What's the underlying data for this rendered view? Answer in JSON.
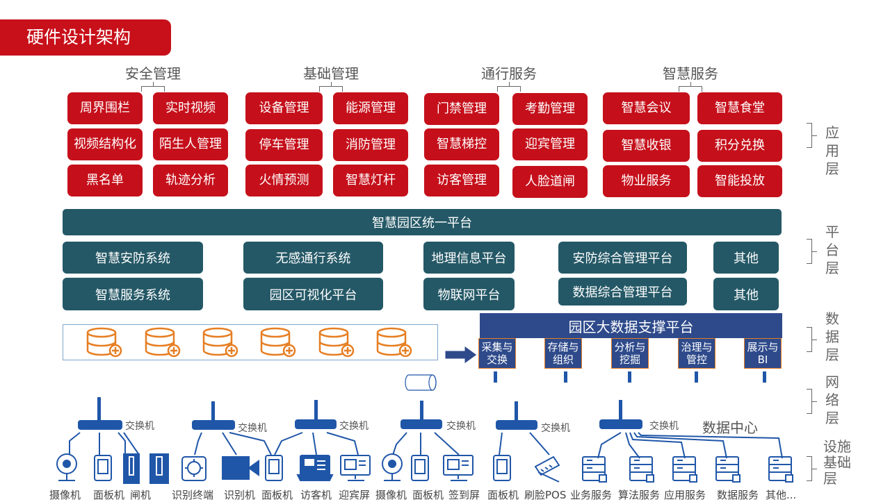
{
  "title": "硬件设计架构",
  "categories": [
    "安全管理",
    "基础管理",
    "通行服务",
    "智慧服务"
  ],
  "app_boxes": [
    [
      "周界围栏",
      "实时视频",
      "视频结构化",
      "陌生人管理",
      "黑名单",
      "轨迹分析"
    ],
    [
      "设备管理",
      "能源管理",
      "停车管理",
      "消防管理",
      "火情预测",
      "智慧灯杆"
    ],
    [
      "门禁管理",
      "考勤管理",
      "智慧梯控",
      "迎宾管理",
      "访客管理",
      "人脸道闸"
    ],
    [
      "智慧会议",
      "智慧食堂",
      "智慧收银",
      "积分兑换",
      "物业服务",
      "智能投放"
    ]
  ],
  "platform": {
    "banner": "智慧园区统一平台",
    "boxes": [
      "智慧安防系统",
      "无感通行系统",
      "地理信息平台",
      "安防综合管理平台",
      "其他",
      "智慧服务系统",
      "园区可视化平台",
      "物联网平台",
      "数据综合管理平台",
      "其他"
    ]
  },
  "bigdata": {
    "title": "园区大数据支撑平台",
    "subs": [
      "采集与交换",
      "存储与组织",
      "分析与挖掘",
      "治理与管控",
      "展示与BI"
    ]
  },
  "layers": [
    "应用层",
    "平台层",
    "数据层",
    "网络层",
    "设施基础层"
  ],
  "switch_label": "交换机",
  "data_center": "数据中心",
  "devices": [
    "摄像机",
    "面板机",
    "闸机",
    "识别终端",
    "识别机",
    "面板机",
    "访客机",
    "迎宾屏",
    "摄像机",
    "面板机",
    "签到屏",
    "面板机",
    "刷脸POS",
    "业务服务",
    "算法服务",
    "应用服务",
    "数据服务",
    "其他..."
  ],
  "colors": {
    "accent_red": "#c5101b",
    "teal": "#245866",
    "navy": "#2e4a8b",
    "blue": "#1f56a8",
    "orange": "#e67e22"
  }
}
